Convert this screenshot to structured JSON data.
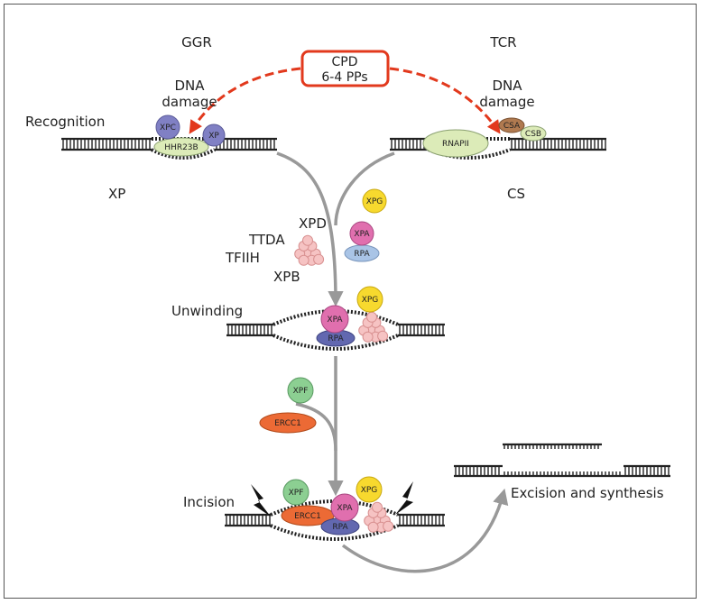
{
  "pathways": {
    "left": "GGR",
    "right": "TCR"
  },
  "lesion": {
    "line1": "CPD",
    "line2": "6-4 PPs"
  },
  "dna_damage": {
    "left_line1": "DNA",
    "left_line2": "damage",
    "right_line1": "DNA",
    "right_line2": "damage"
  },
  "steps": {
    "recognition": "Recognition",
    "unwinding": "Unwinding",
    "incision": "Incision",
    "excision": "Excision and synthesis"
  },
  "diseases": {
    "left": "XP",
    "right": "CS"
  },
  "tfiih": {
    "xpd": "XPD",
    "ttda": "TTDA",
    "tfiih": "TFIIH",
    "xpb": "XPB"
  },
  "proteins": {
    "xpc": "XPC",
    "xp": "XP",
    "hhr23b": "HHR23B",
    "rnapii": "RNAPII",
    "csa": "CSA",
    "csb": "CSB",
    "xpg": "XPG",
    "xpa": "XPA",
    "rpa": "RPA",
    "xpf": "XPF",
    "ercc1": "ERCC1"
  },
  "colors": {
    "arrow_red": "#e2391d",
    "arrow_gray": "#999999",
    "xpc_blue": "#8080c4",
    "hhr23b_green": "#dcebb8",
    "xpg_yellow": "#f7d92e",
    "xpa_pink": "#e06fae",
    "rpa_light": "#a9c4e6",
    "rpa_dark": "#6268b0",
    "xpf_green": "#8ccf92",
    "ercc1_orange": "#ec6a35",
    "tfiih_pink": "#f6c3c3",
    "csa_brown": "#b07a50"
  }
}
